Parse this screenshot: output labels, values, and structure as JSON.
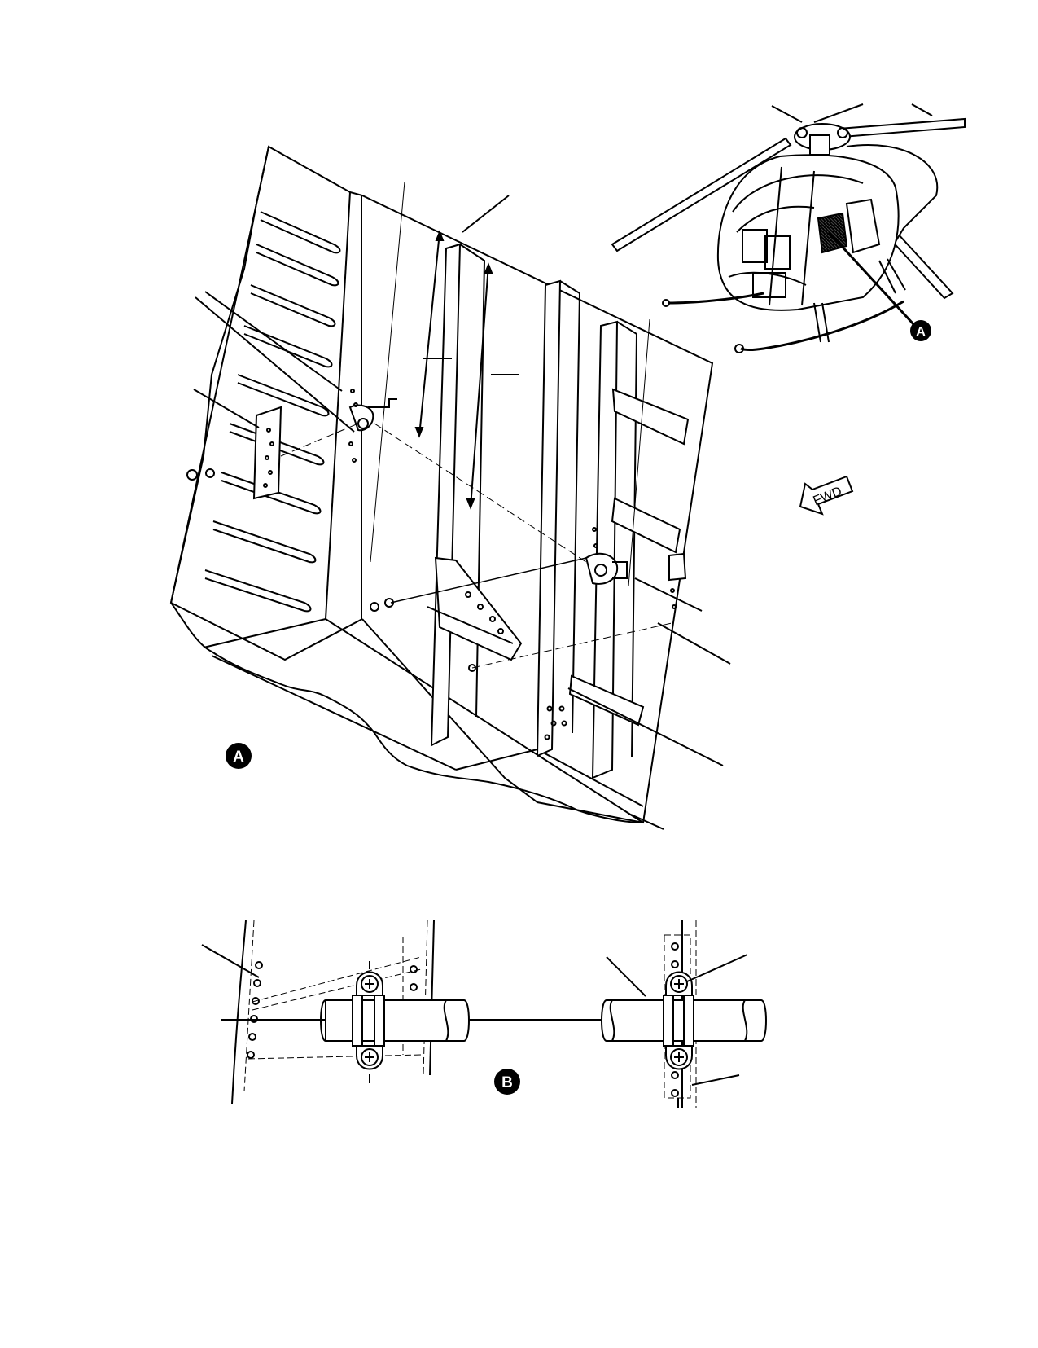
{
  "figure": {
    "detail_a_label": "A",
    "detail_b_label": "B",
    "locator_label": "A",
    "forward_arrow_label": "FWD"
  }
}
